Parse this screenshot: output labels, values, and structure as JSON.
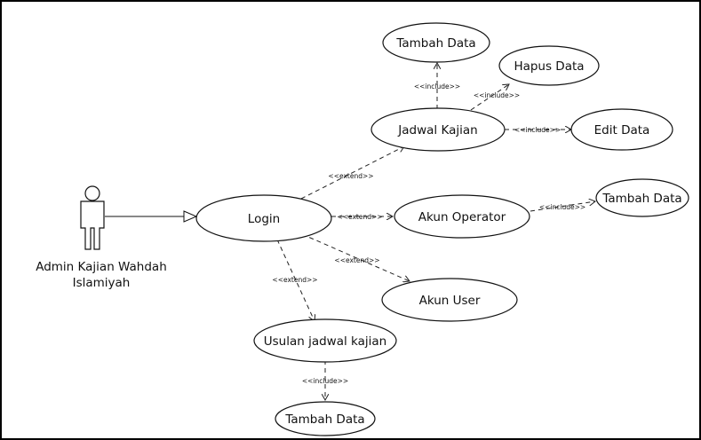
{
  "actor": {
    "label_line1": "Admin Kajian Wahdah",
    "label_line2": "Islamiyah"
  },
  "use_cases": {
    "tambah_data_top": "Tambah Data",
    "hapus_data": "Hapus Data",
    "jadwal_kajian": "Jadwal Kajian",
    "edit_data": "Edit Data",
    "login": "Login",
    "akun_operator": "Akun Operator",
    "tambah_data_right": "Tambah Data",
    "akun_user": "Akun User",
    "usulan_jadwal_kajian": "Usulan jadwal kajian",
    "tambah_data_bottom": "Tambah Data"
  },
  "relations": {
    "login_jadwal": "<<extend>>",
    "login_operator": "<<extend>>",
    "login_user": "<<extend>>",
    "login_usulan": "<<extend>>",
    "jadwal_tambah": "<<include>>",
    "jadwal_hapus": "<<include>>",
    "jadwal_edit": "<<include>>",
    "operator_tambah": "<<include>>",
    "usulan_tambah": "<<include>>"
  }
}
